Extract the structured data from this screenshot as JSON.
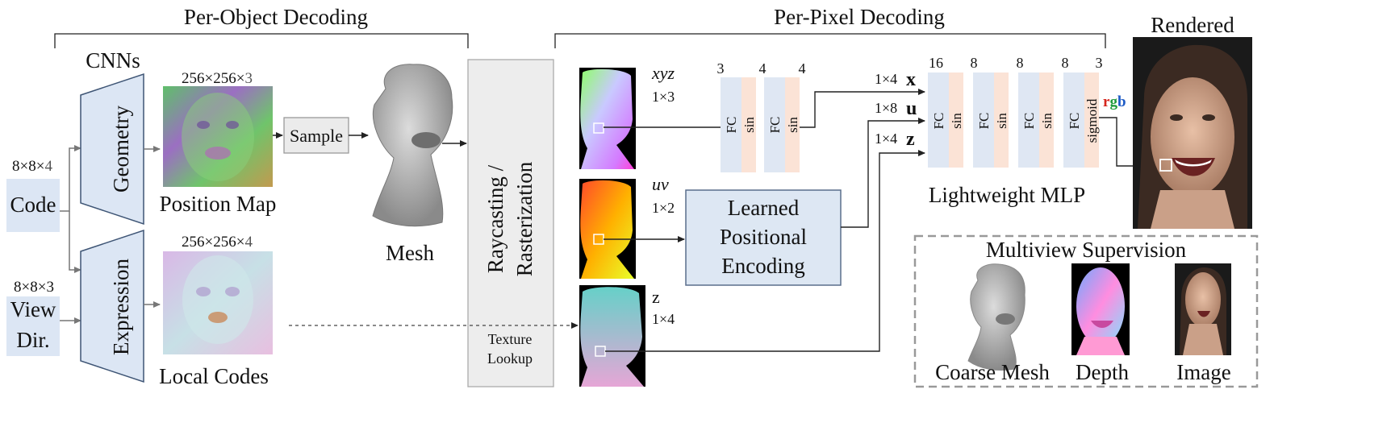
{
  "headers": {
    "per_object": "Per-Object Decoding",
    "per_pixel": "Per-Pixel Decoding",
    "rendered": "Rendered",
    "cnns": "CNNs"
  },
  "inputs": {
    "code_dim_prefix": "8×8×",
    "code_dim_last": "4",
    "code_label": "Code",
    "view_dim": "8×8×3",
    "view_label_1": "View",
    "view_label_2": "Dir."
  },
  "decoders": {
    "geometry": "Geometry",
    "expression": "Expression"
  },
  "maps": {
    "position_dim_prefix": "256×256×",
    "position_dim_last": "3",
    "position_label": "Position Map",
    "local_dim_prefix": "256×256×",
    "local_dim_last": "4",
    "local_label": "Local Codes"
  },
  "sample_label": "Sample",
  "mesh_label": "Mesh",
  "raster": {
    "line1": "Raycasting /",
    "line2": "Rasterization",
    "lookup1": "Texture",
    "lookup2": "Lookup"
  },
  "pixel_maps": {
    "xyz": "xyz",
    "xyz_dim": "1×3",
    "uv": "uv",
    "uv_dim": "1×2",
    "z": "z",
    "z_dim": "1×4"
  },
  "small_mlp": {
    "dims": [
      "3",
      "4",
      "4"
    ],
    "fc": "FC",
    "sin": "sin"
  },
  "encoding": {
    "line1": "Learned",
    "line2": "Positional",
    "line3": "Encoding"
  },
  "mlp_inputs": [
    {
      "dim": "1×4",
      "sym": "x"
    },
    {
      "dim": "1×8",
      "sym": "u"
    },
    {
      "dim": "1×4",
      "sym": "z"
    }
  ],
  "mlp": {
    "dims": [
      "16",
      "8",
      "8",
      "8",
      "3"
    ],
    "fc": "FC",
    "sin": "sin",
    "sigmoid": "sigmoid",
    "label": "Lightweight MLP"
  },
  "rgb": {
    "r": "r",
    "g": "g",
    "b": "b"
  },
  "supervision": {
    "title": "Multiview Supervision",
    "coarse_mesh": "Coarse Mesh",
    "depth": "Depth",
    "image": "Image"
  },
  "colors": {
    "fc_blue": "#dfe7f3",
    "sin_peach": "#fbe3d6",
    "input_blue": "#dce6f4",
    "enc_fill": "#dde7f3",
    "enc_stroke": "#5a6f8c",
    "gray_text": "#555555",
    "rgb_r": "#d6261e",
    "rgb_g": "#1d9a3a",
    "rgb_b": "#1e5bc6"
  }
}
